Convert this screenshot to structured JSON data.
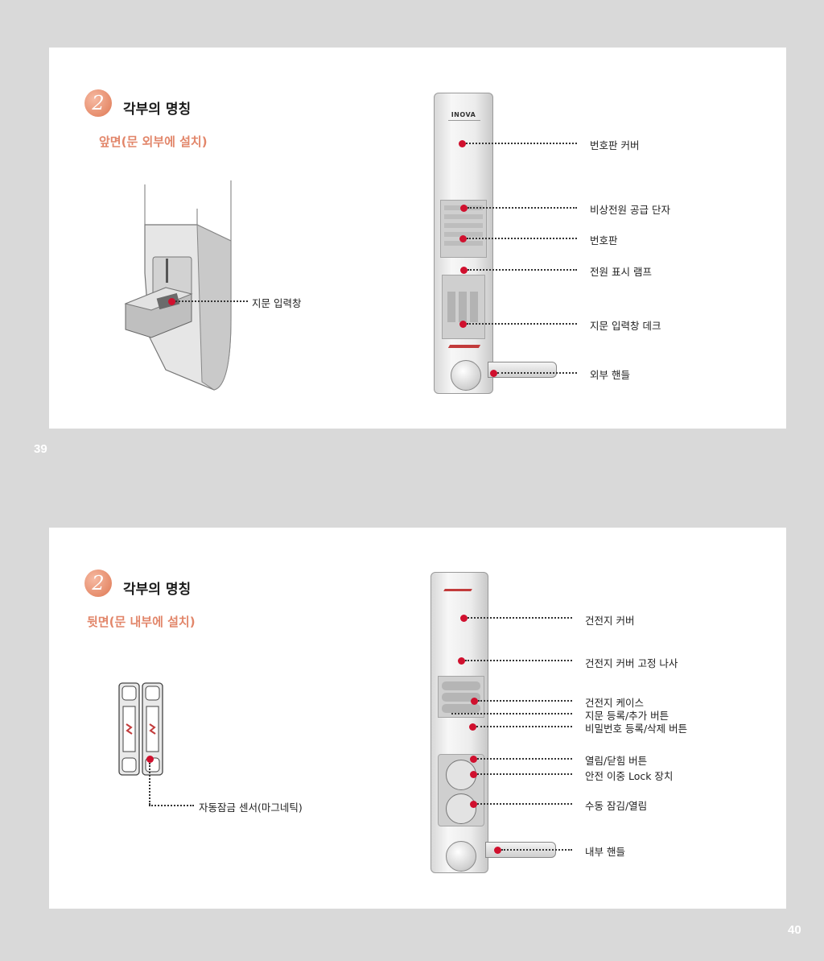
{
  "page_numbers": {
    "left": "39",
    "right": "40"
  },
  "front": {
    "badge": "2",
    "heading": "각부의 명칭",
    "subheading": "앞면(문  외부에 설치)",
    "brand": "INOVA",
    "detail_label": "지문 입력창",
    "labels": [
      "번호판 커버",
      "비상전원 공급 단자",
      "번호판",
      "전원 표시 램프",
      "지문 입력창 데크",
      "외부 핸들"
    ]
  },
  "back": {
    "badge": "2",
    "heading": "각부의 명칭",
    "subheading": "뒷면(문 내부에 설치)",
    "sensor_label": "자동잠금 센서(마그네틱)",
    "labels": [
      "건전지 커버",
      "건전지 커버 고정 나사",
      "건전지 케이스",
      "지문 등록/추가 버튼",
      "비밀번호 등록/삭제 버튼",
      "열림/닫힘 버튼",
      "안전 이중 Lock  장치",
      "수동 잠김/열림",
      "내부 핸들"
    ]
  },
  "colors": {
    "accent": "#e2866a",
    "marker": "#d0102e",
    "background": "#d9d9d9"
  }
}
